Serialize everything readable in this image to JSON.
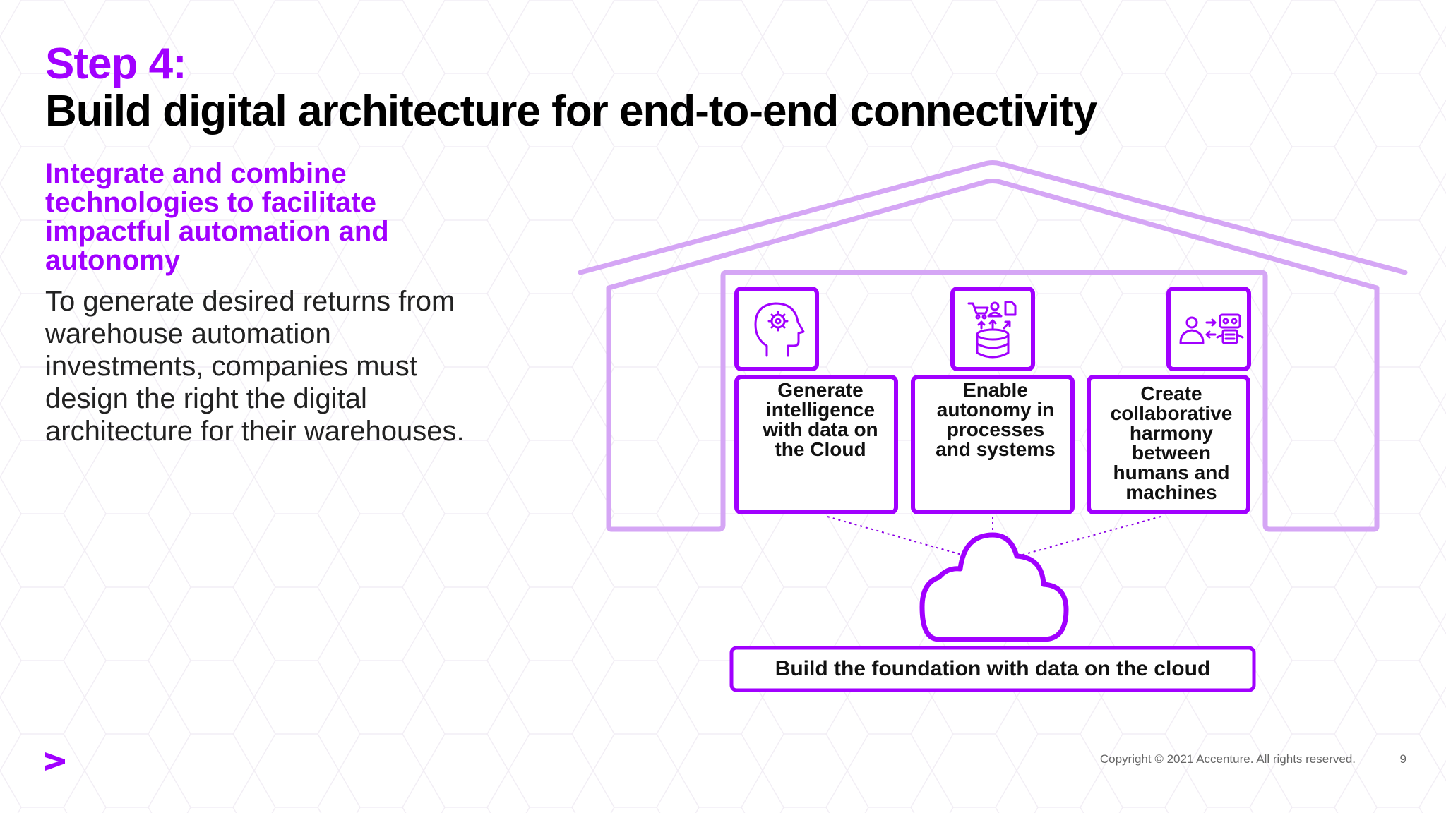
{
  "colors": {
    "accent": "#A100FF",
    "accent_dark": "#8C00E6",
    "outline_light": "#D5A6F5",
    "text": "#000000"
  },
  "header": {
    "step": "Step 4:",
    "title": "Build digital architecture for end-to-end connectivity"
  },
  "intro": {
    "subtitle": "Integrate and combine technologies to facilitate impactful automation and autonomy",
    "body": "To generate desired returns from warehouse automation investments, companies must design the right the digital architecture for their warehouses."
  },
  "pillars": [
    {
      "icon": "head-gear-icon",
      "label": "Generate intelligence with data on the Cloud"
    },
    {
      "icon": "data-autonomy-icon",
      "label": "Enable autonomy in processes and systems"
    },
    {
      "icon": "human-robot-icon",
      "label": "Create collaborative harmony between humans and machines"
    }
  ],
  "foundation": {
    "icon": "cloud-icon",
    "label": "Build the foundation with data on the cloud"
  },
  "footer": {
    "logo": "accenture-greater-than-logo",
    "copyright": "Copyright © 2021 Accenture. All rights reserved.",
    "page": "9"
  }
}
